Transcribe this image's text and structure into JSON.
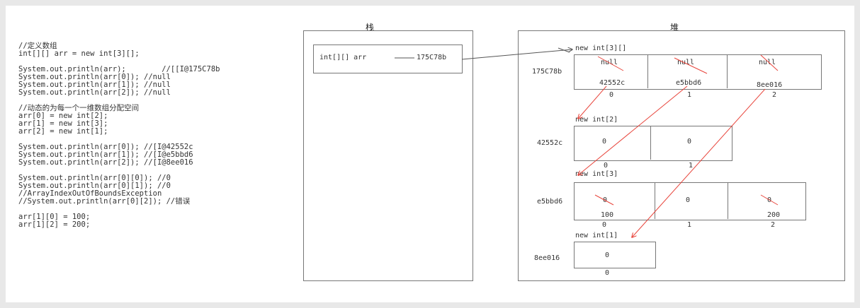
{
  "code_lines": [
    "//定义数组",
    "int[][] arr = new int[3][];",
    "",
    "System.out.println(arr);        //[[I@175C78b",
    "System.out.println(arr[0]); //null",
    "System.out.println(arr[1]); //null",
    "System.out.println(arr[2]); //null",
    "",
    "//动态的为每一个一维数组分配空间",
    "arr[0] = new int[2];",
    "arr[1] = new int[3];",
    "arr[2] = new int[1];",
    "",
    "System.out.println(arr[0]); //[I@42552c",
    "System.out.println(arr[1]); //[I@e5bbd6",
    "System.out.println(arr[2]); //[I@8ee016",
    "",
    "System.out.println(arr[0][0]); //0",
    "System.out.println(arr[0][1]); //0",
    "//ArrayIndexOutOfBoundsException",
    "//System.out.println(arr[0][2]); //错误",
    "",
    "arr[1][0] = 100;",
    "arr[1][2] = 200;"
  ],
  "stack": {
    "title": "栈",
    "var_label": "int[][] arr",
    "var_value": "175C78b"
  },
  "heap": {
    "title": "堆",
    "outer": {
      "header": "new int[3][]",
      "address": "175C78b",
      "cells": [
        {
          "old": "null",
          "new": "42552c",
          "index": "0"
        },
        {
          "old": "null",
          "new": "e5bbd6",
          "index": "1"
        },
        {
          "old": "null",
          "new": "8ee016",
          "index": "2"
        }
      ]
    },
    "arr0": {
      "header": "new int[2]",
      "address": "42552c",
      "cells": [
        {
          "value": "0",
          "index": "0"
        },
        {
          "value": "0",
          "index": "1"
        }
      ]
    },
    "arr1": {
      "header": "new int[3]",
      "address": "e5bbd6",
      "cells": [
        {
          "old": "0",
          "new": "100",
          "index": "0"
        },
        {
          "value": "0",
          "index": "1"
        },
        {
          "old": "0",
          "new": "200",
          "index": "2"
        }
      ]
    },
    "arr2": {
      "header": "new int[1]",
      "address": "8ee016",
      "cells": [
        {
          "value": "0",
          "index": "0"
        }
      ]
    }
  },
  "colors": {
    "arrow_red": "#e8453c",
    "arrow_gray": "#555555",
    "border": "#777777"
  }
}
